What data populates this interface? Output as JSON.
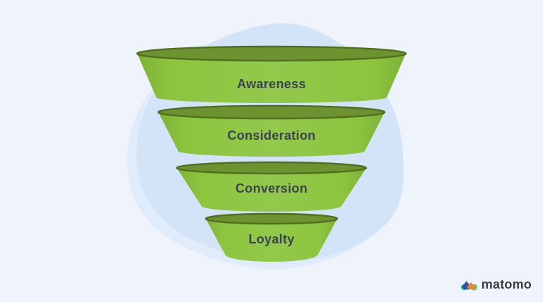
{
  "diagram": {
    "type": "marketing-funnel",
    "funnel": {
      "stages": [
        {
          "label": "Awareness"
        },
        {
          "label": "Consideration"
        },
        {
          "label": "Conversion"
        },
        {
          "label": "Loyalty"
        }
      ]
    }
  },
  "branding": {
    "logo_text": "matomo"
  },
  "colors": {
    "page_bg": "#eef3fc",
    "blob_main": "#d3e3f8",
    "blob_light": "#e0ebfc",
    "funnel_body": "#8bc53e",
    "funnel_body_edge": "#7cb236",
    "funnel_top": "#6d9330",
    "funnel_rim": "#51701f",
    "label_text": "#3d4352",
    "logo_text": "#3c4045",
    "logo_teal": "#3ec1c9",
    "logo_blue": "#3253a0",
    "logo_orange": "#f38334",
    "logo_green": "#7eb852"
  }
}
